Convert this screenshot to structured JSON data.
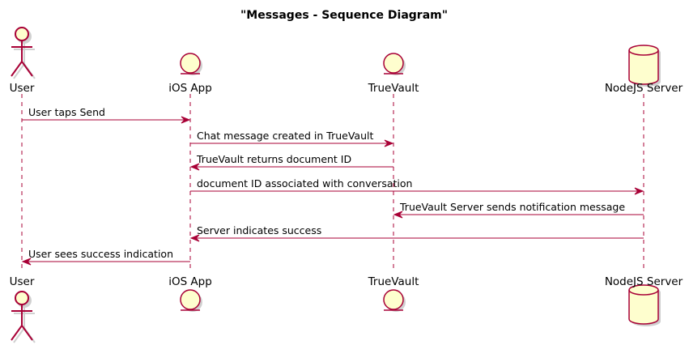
{
  "title": "\"Messages - Sequence Diagram\"",
  "colors": {
    "line": "#A80036",
    "fill": "#FEFECE",
    "shadow": "#D0D0D0",
    "lifeline": "#A80036",
    "text": "#000000"
  },
  "participants": [
    {
      "id": "user",
      "label": "User",
      "kind": "actor"
    },
    {
      "id": "ios",
      "label": "iOS App",
      "kind": "entity"
    },
    {
      "id": "tv",
      "label": "TrueVault",
      "kind": "entity"
    },
    {
      "id": "node",
      "label": "NodeJS Server",
      "kind": "database"
    }
  ],
  "messages": [
    {
      "from": "user",
      "to": "ios",
      "label": "User taps Send"
    },
    {
      "from": "ios",
      "to": "tv",
      "label": "Chat message created in TrueVault"
    },
    {
      "from": "tv",
      "to": "ios",
      "label": "TrueVault returns document ID"
    },
    {
      "from": "ios",
      "to": "node",
      "label": "document ID associated with conversation"
    },
    {
      "from": "node",
      "to": "tv",
      "label": "TrueVault Server sends notification message"
    },
    {
      "from": "node",
      "to": "ios",
      "label": "Server indicates success"
    },
    {
      "from": "ios",
      "to": "user",
      "label": "User sees success indication"
    }
  ]
}
